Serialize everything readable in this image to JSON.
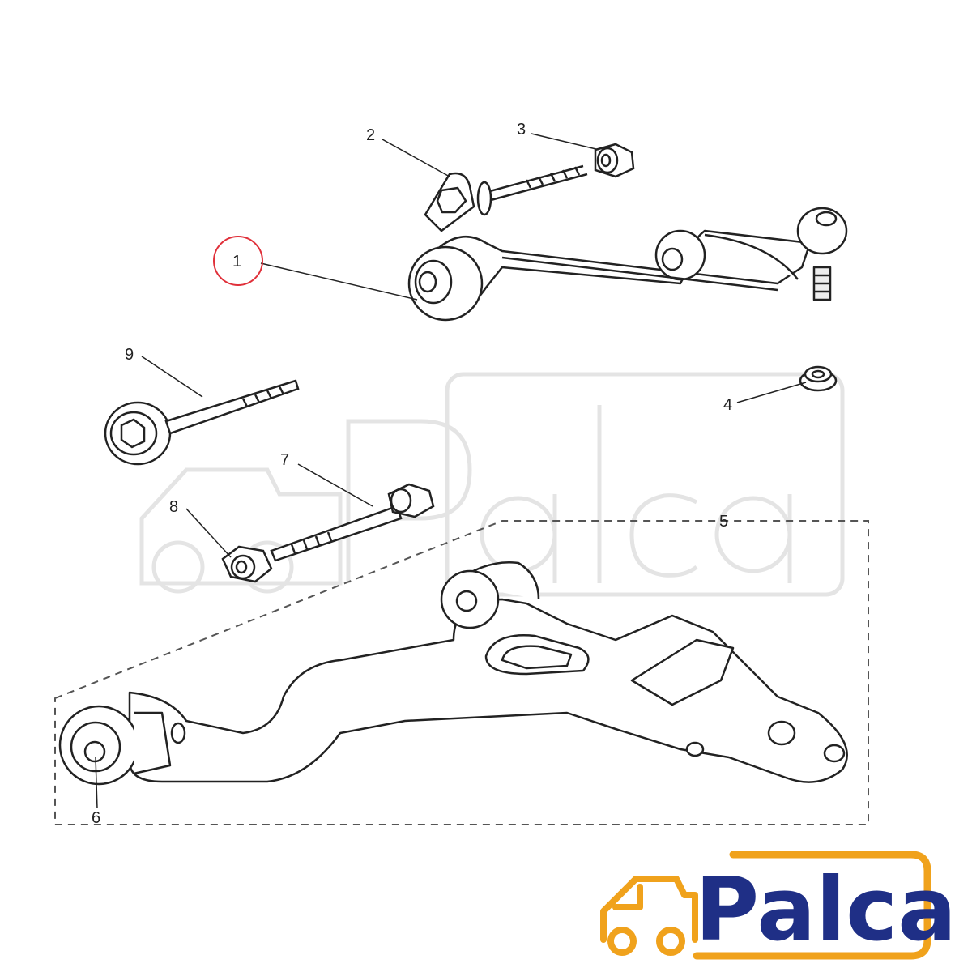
{
  "callouts": [
    {
      "id": "1",
      "label": "1",
      "highlighted": true
    },
    {
      "id": "2",
      "label": "2"
    },
    {
      "id": "3",
      "label": "3"
    },
    {
      "id": "4",
      "label": "4"
    },
    {
      "id": "5",
      "label": "5"
    },
    {
      "id": "6",
      "label": "6"
    },
    {
      "id": "7",
      "label": "7"
    },
    {
      "id": "8",
      "label": "8"
    },
    {
      "id": "9",
      "label": "9"
    }
  ],
  "brand": {
    "name": "Palca",
    "text_color": "#1f2f86",
    "accent_color": "#f0a21c",
    "watermark_color": "#e6e6e6"
  },
  "colors": {
    "line": "#222222",
    "highlight_ring": "#e0303a",
    "dashed_box": "#555555"
  },
  "icons": [
    "truck-icon"
  ]
}
